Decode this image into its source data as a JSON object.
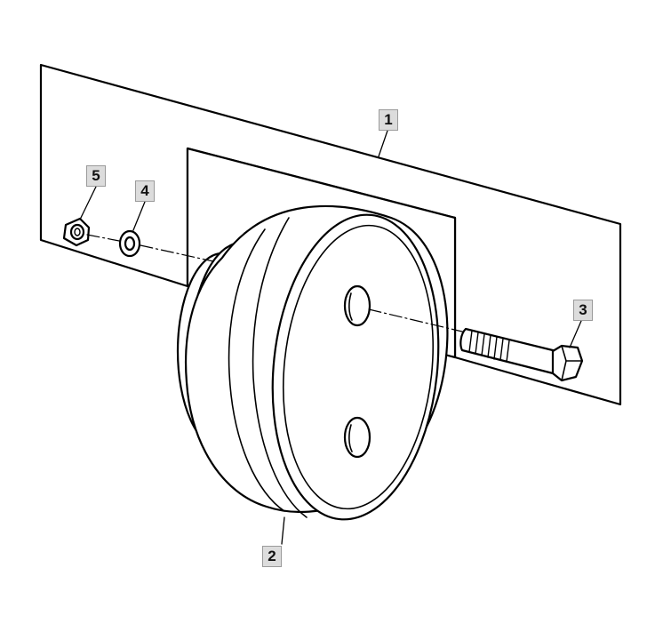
{
  "callouts": [
    {
      "id": "callout-1",
      "label": "1"
    },
    {
      "id": "callout-2",
      "label": "2"
    },
    {
      "id": "callout-3",
      "label": "3"
    },
    {
      "id": "callout-4",
      "label": "4"
    },
    {
      "id": "callout-5",
      "label": "5"
    }
  ],
  "colors": {
    "line": "#000000",
    "callout_bg": "#dcdcdc",
    "background": "#ffffff"
  }
}
